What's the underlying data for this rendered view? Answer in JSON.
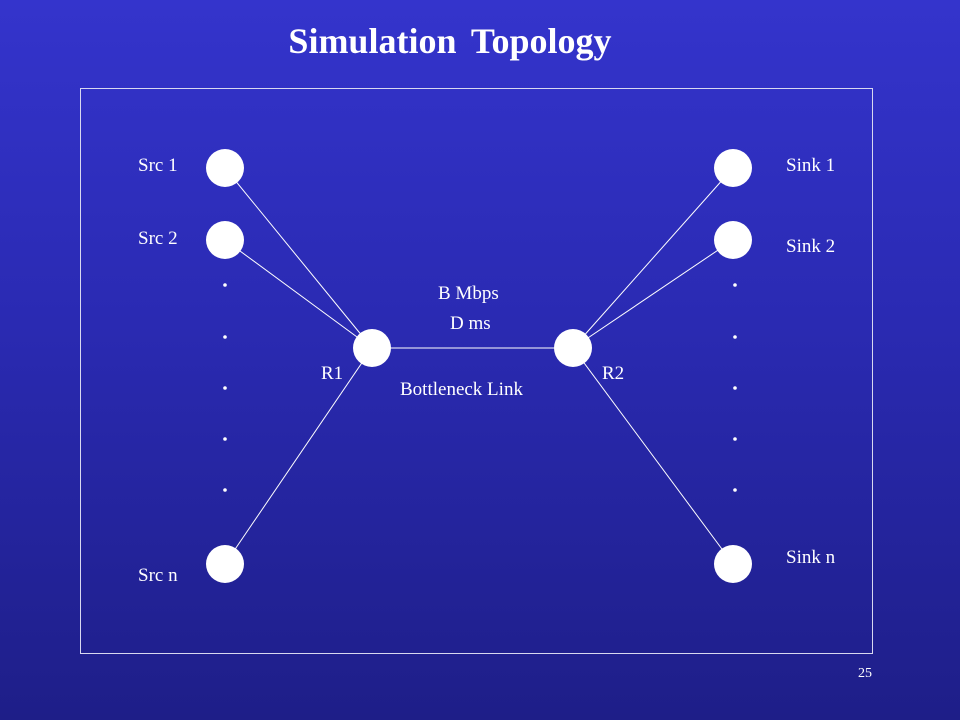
{
  "slide": {
    "title": "Simulation Topology",
    "page_number": "25"
  },
  "colors": {
    "background_top": "#3434cc",
    "background_bottom": "#1e1e88",
    "node": "#ffffff",
    "link": "#ffffff",
    "text": "#ffffff"
  },
  "topology": {
    "sources": {
      "src1": "Src 1",
      "src2": "Src 2",
      "srcn": "Src n"
    },
    "sinks": {
      "sink1": "Sink 1",
      "sink2": "Sink 2",
      "sinkn": "Sink n"
    },
    "routers": {
      "r1": "R1",
      "r2": "R2"
    },
    "bottleneck": {
      "bandwidth": "B Mbps",
      "delay": "D ms",
      "name": "Bottleneck Link"
    },
    "ellipsis_dots_per_side": 5
  }
}
